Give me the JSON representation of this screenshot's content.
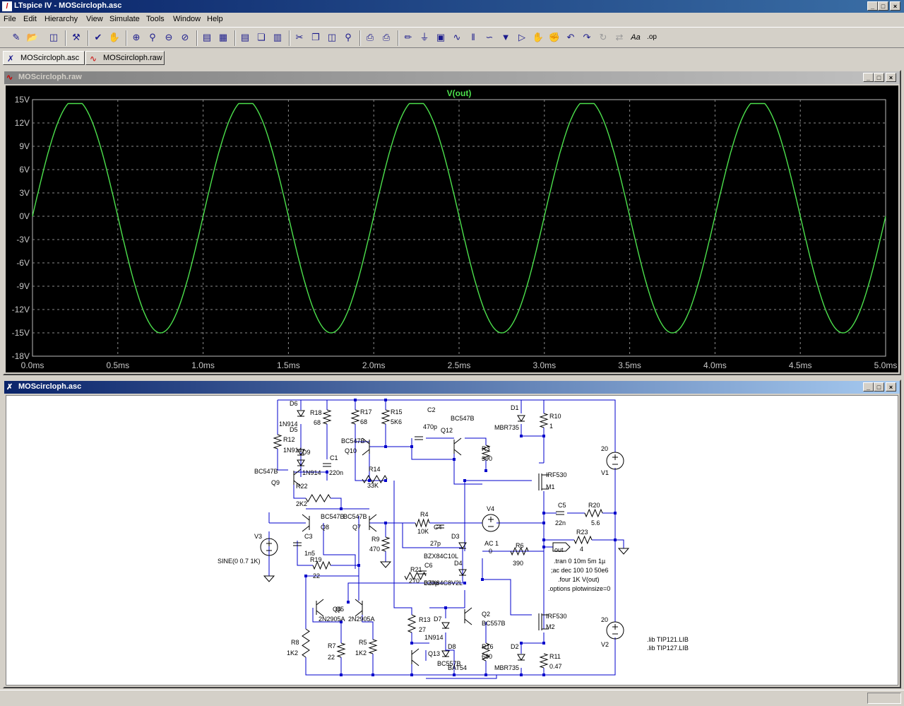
{
  "window": {
    "title": "LTspice IV - MOScircloph.asc",
    "icon": "ltspice-logo-icon"
  },
  "menu": [
    "File",
    "Edit",
    "Hierarchy",
    "View",
    "Simulate",
    "Tools",
    "Window",
    "Help"
  ],
  "tabs": [
    {
      "label": "MOScircloph.asc",
      "icon": "schematic-icon"
    },
    {
      "label": "MOScircloph.raw",
      "icon": "waveform-icon"
    }
  ],
  "plot_window": {
    "title": "MOScircloph.raw"
  },
  "schematic_window": {
    "title": "MOScircloph.asc"
  },
  "colors": {
    "trace": "#4ce04c",
    "plot_bg": "#000000",
    "grid": "#8a8a8a",
    "wire": "#0000cc",
    "title_active": "#0a246a"
  },
  "chart_data": {
    "type": "line",
    "title": "V(out)",
    "series": [
      {
        "name": "V(out)",
        "color": "#4ce04c",
        "frequency_hz": 1000,
        "amplitude_v": 15,
        "clip_high_v": 14.5,
        "clip_low_v": -15.5
      }
    ],
    "x_ticks": [
      "0.0ms",
      "0.5ms",
      "1.0ms",
      "1.5ms",
      "2.0ms",
      "2.5ms",
      "3.0ms",
      "3.5ms",
      "4.0ms",
      "4.5ms",
      "5.0ms"
    ],
    "y_ticks": [
      "15V",
      "12V",
      "9V",
      "6V",
      "3V",
      "0V",
      "-3V",
      "-6V",
      "-9V",
      "-12V",
      "-15V",
      "-18V"
    ],
    "xlim": [
      0,
      5
    ],
    "ylim": [
      -18,
      15
    ],
    "grid": true
  },
  "schematic": {
    "labels": [
      {
        "t": "D6"
      },
      {
        "t": "1N914"
      },
      {
        "t": "D5"
      },
      {
        "t": "R12"
      },
      {
        "t": "1N914"
      },
      {
        "t": "D9"
      },
      {
        "t": "1N914"
      },
      {
        "t": "R18"
      },
      {
        "t": "68"
      },
      {
        "t": "C1"
      },
      {
        "t": "220n"
      },
      {
        "t": "R17"
      },
      {
        "t": "68"
      },
      {
        "t": "BC547B"
      },
      {
        "t": "Q10"
      },
      {
        "t": "R15"
      },
      {
        "t": "5K6"
      },
      {
        "t": "C2"
      },
      {
        "t": "470p"
      },
      {
        "t": "Q12"
      },
      {
        "t": "BC547B"
      },
      {
        "t": "R3"
      },
      {
        "t": "390"
      },
      {
        "t": "D1"
      },
      {
        "t": "MBR735"
      },
      {
        "t": "R10"
      },
      {
        "t": "1"
      },
      {
        "t": "IRF530"
      },
      {
        "t": "M1"
      },
      {
        "t": "BC547B"
      },
      {
        "t": "Q9"
      },
      {
        "t": "R14"
      },
      {
        "t": "33K"
      },
      {
        "t": "R22"
      },
      {
        "t": "2K2"
      },
      {
        "t": "BC547B"
      },
      {
        "t": "BC547B"
      },
      {
        "t": "Q8"
      },
      {
        "t": "Q7"
      },
      {
        "t": "V3"
      },
      {
        "t": "SINE(0 0.7 1K)"
      },
      {
        "t": "C3"
      },
      {
        "t": "1n5"
      },
      {
        "t": "R19"
      },
      {
        "t": "22"
      },
      {
        "t": "R4"
      },
      {
        "t": "10K"
      },
      {
        "t": "C4"
      },
      {
        "t": "27p"
      },
      {
        "t": "R9"
      },
      {
        "t": "470"
      },
      {
        "t": "D3"
      },
      {
        "t": "BZX84C10L"
      },
      {
        "t": "D4"
      },
      {
        "t": "BZX84C8V2L"
      },
      {
        "t": "R21"
      },
      {
        "t": "C6"
      },
      {
        "t": "270"
      },
      {
        "t": "330p"
      },
      {
        "t": "V4"
      },
      {
        "t": "AC 1"
      },
      {
        "t": "0"
      },
      {
        "t": "R6"
      },
      {
        "t": "390"
      },
      {
        "t": "out"
      },
      {
        "t": "C5"
      },
      {
        "t": "22n"
      },
      {
        "t": "R20"
      },
      {
        "t": "5.6"
      },
      {
        "t": "R23"
      },
      {
        "t": "4"
      },
      {
        "t": ".tran 0 10m 5m 1µ"
      },
      {
        "t": ";ac dec 100 10 50e6"
      },
      {
        "t": ".four 1K V(out)"
      },
      {
        "t": ".options plotwinsize=0"
      },
      {
        "t": "20"
      },
      {
        "t": "V1"
      },
      {
        "t": "20"
      },
      {
        "t": "V2"
      },
      {
        "t": ".lib TIP121.LIB"
      },
      {
        "t": ".lib TIP127.LIB"
      },
      {
        "t": "Q6"
      },
      {
        "t": "Q5"
      },
      {
        "t": "2N2905A"
      },
      {
        "t": "2N2905A"
      },
      {
        "t": "R8"
      },
      {
        "t": "1K2"
      },
      {
        "t": "R7"
      },
      {
        "t": "22"
      },
      {
        "t": "R5"
      },
      {
        "t": "1K2"
      },
      {
        "t": "R13"
      },
      {
        "t": "27"
      },
      {
        "t": "D7"
      },
      {
        "t": "1N914"
      },
      {
        "t": "Q13"
      },
      {
        "t": "BC557B"
      },
      {
        "t": "D8"
      },
      {
        "t": "BAT54"
      },
      {
        "t": "Q2"
      },
      {
        "t": "BC557B"
      },
      {
        "t": "R16"
      },
      {
        "t": "680"
      },
      {
        "t": "D2"
      },
      {
        "t": "MBR735"
      },
      {
        "t": "IRF530"
      },
      {
        "t": "M2"
      },
      {
        "t": "R11"
      },
      {
        "t": "0.47"
      }
    ]
  }
}
